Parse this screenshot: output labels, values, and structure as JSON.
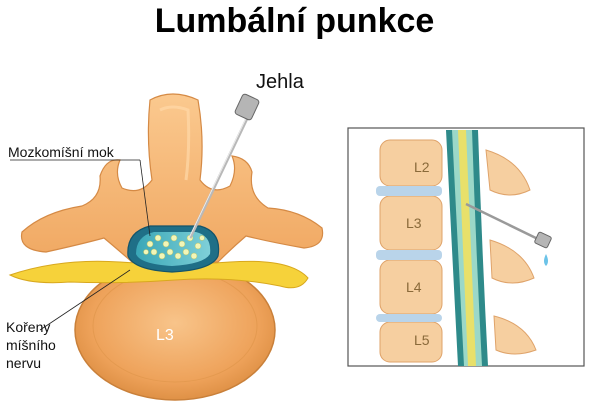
{
  "title": "Lumbální punkce",
  "labels": {
    "needle": "Jehla",
    "csf": "Mozkomíšní mok",
    "nerve_roots_1": "Kořeny",
    "nerve_roots_2": "míšního",
    "nerve_roots_3": "nervu"
  },
  "main_vertebra": "L3",
  "inset_vertebrae": [
    "L2",
    "L3",
    "L4",
    "L5"
  ]
}
